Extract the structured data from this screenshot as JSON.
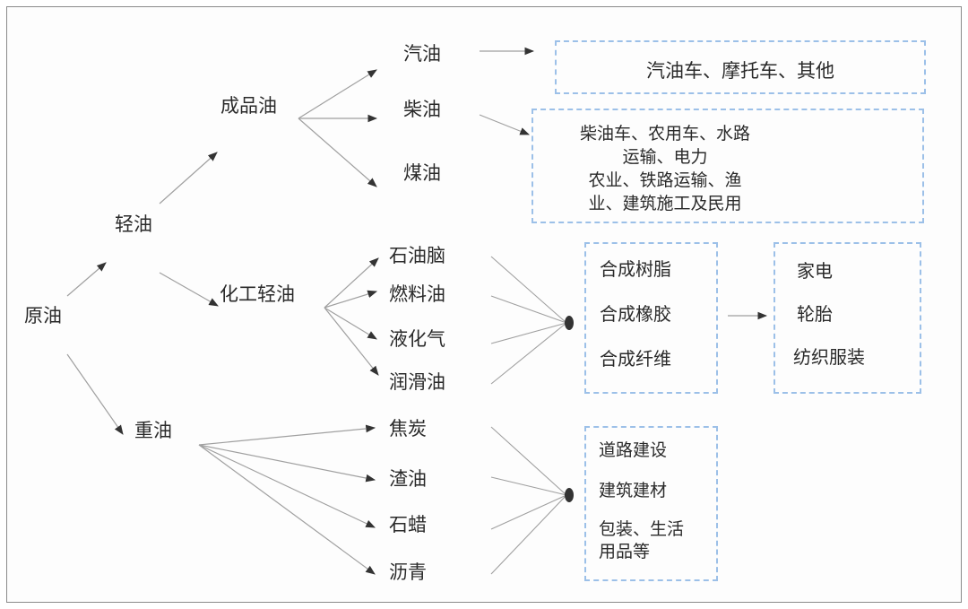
{
  "diagram": {
    "root": "原油",
    "level1": {
      "light": "轻油",
      "heavy": "重油"
    },
    "level2": {
      "refined": "成品油",
      "chemical_light": "化工轻油"
    },
    "refined_products": [
      "汽油",
      "柴油",
      "煤油"
    ],
    "chemical_products": [
      "石油脑",
      "燃料油",
      "液化气",
      "润滑油"
    ],
    "heavy_products": [
      "焦炭",
      "渣油",
      "石蜡",
      "沥青"
    ],
    "boxes": {
      "gasoline_uses": [
        "汽油车、摩托车、其他"
      ],
      "diesel_uses": [
        "柴油车、农用车、水路",
        "运输、电力",
        "农业、铁路运输、渔",
        "业、建筑施工及民用"
      ],
      "synthetics": [
        "合成树脂",
        "合成橡胶",
        "合成纤维"
      ],
      "consumer_goods": [
        "家电",
        "轮胎",
        "纺织服装"
      ],
      "heavy_uses": [
        "道路建设",
        "建筑建材",
        "包装、生活",
        "用品等"
      ]
    },
    "colors": {
      "dashed_border": "#9cc0e8",
      "arrow": "#9a9a9a",
      "arrowhead": "#333333",
      "text": "#2a2a2a"
    }
  }
}
